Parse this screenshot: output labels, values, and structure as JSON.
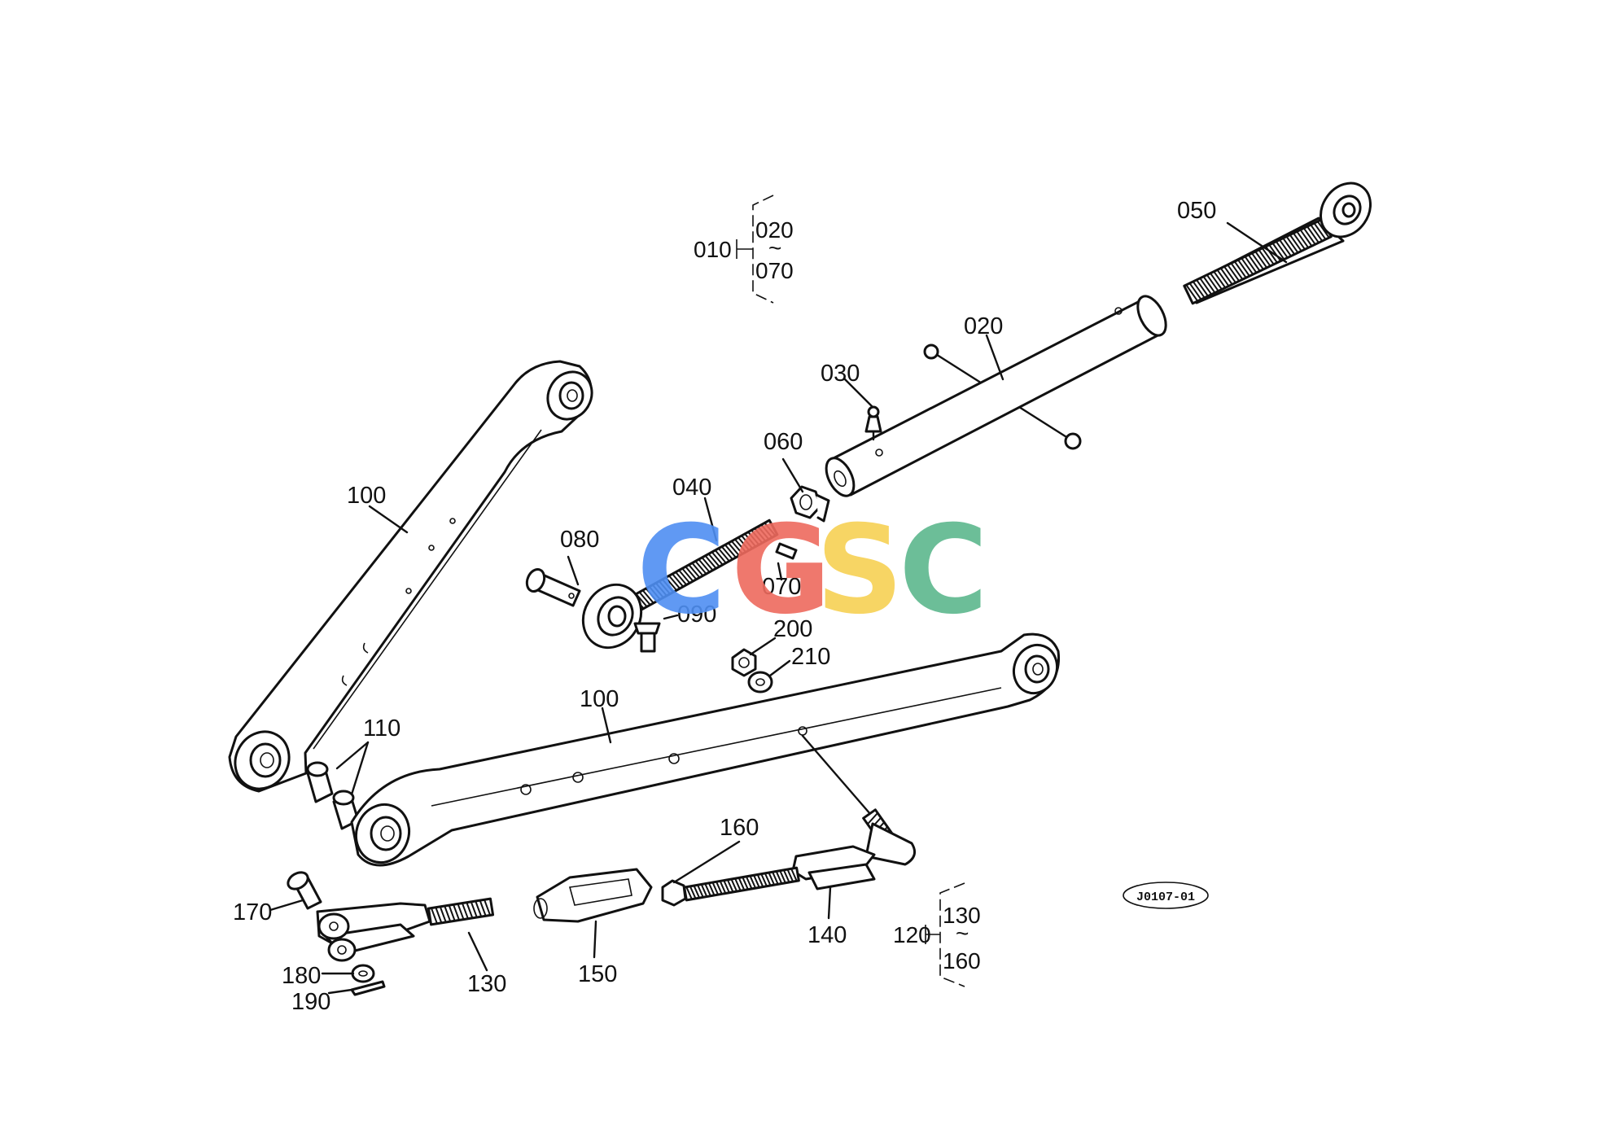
{
  "assembly_brackets": [
    {
      "parent": "010",
      "from": "020",
      "tilde": "~",
      "to": "070"
    },
    {
      "parent": "120",
      "from": "130",
      "tilde": "~",
      "to": "160"
    }
  ],
  "callouts": {
    "p050": "050",
    "p020": "020",
    "p030": "030",
    "p060": "060",
    "p040": "040",
    "p080": "080",
    "p070": "070",
    "p090": "090",
    "p200": "200",
    "p210": "210",
    "p100a": "100",
    "p100b": "100",
    "p110": "110",
    "p160": "160",
    "p170": "170",
    "p140": "140",
    "p180": "180",
    "p190": "190",
    "p130": "130",
    "p150": "150"
  },
  "drawing_id": "J0107-01",
  "watermark": {
    "letters": [
      "C",
      "G",
      "S",
      "C"
    ],
    "colors": [
      "#4f8ff2",
      "#ee6a5e",
      "#f7d154",
      "#5db88d"
    ]
  }
}
